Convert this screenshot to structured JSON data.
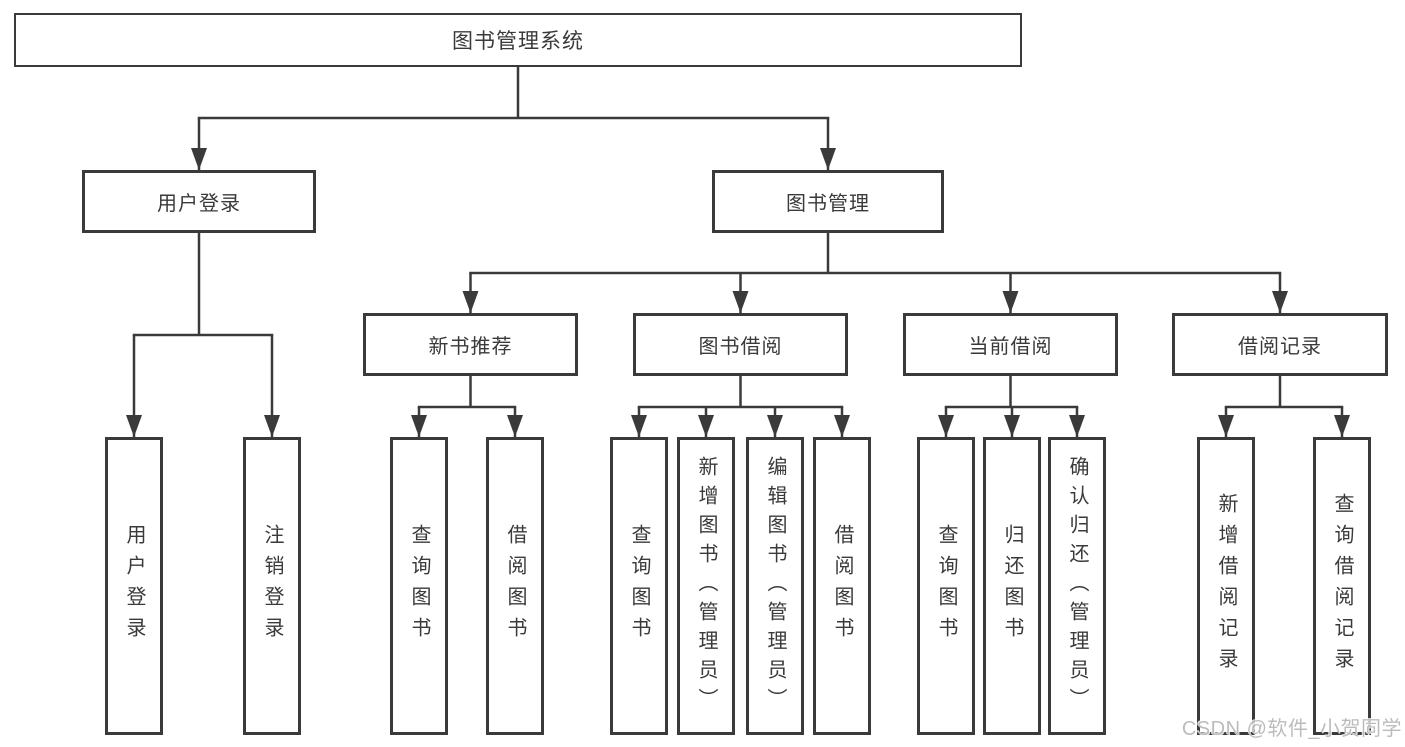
{
  "diagram_title": "图书管理系统",
  "tree": {
    "label": "图书管理系统",
    "children": [
      {
        "label": "用户登录",
        "children": [
          {
            "label": "用户登录"
          },
          {
            "label": "注销登录"
          }
        ]
      },
      {
        "label": "图书管理",
        "children": [
          {
            "label": "新书推荐",
            "children": [
              {
                "label": "查询图书"
              },
              {
                "label": "借阅图书"
              }
            ]
          },
          {
            "label": "图书借阅",
            "children": [
              {
                "label": "查询图书"
              },
              {
                "label": "新增图书（管理员）"
              },
              {
                "label": "编辑图书（管理员）"
              },
              {
                "label": "借阅图书"
              }
            ]
          },
          {
            "label": "当前借阅",
            "children": [
              {
                "label": "查询图书"
              },
              {
                "label": "归还图书"
              },
              {
                "label": "确认归还（管理员）"
              }
            ]
          },
          {
            "label": "借阅记录",
            "children": [
              {
                "label": "新增借阅记录"
              },
              {
                "label": "查询借阅记录"
              }
            ]
          }
        ]
      }
    ]
  },
  "watermark": {
    "text": "CSDN @软件_小贺同学"
  },
  "colors": {
    "line": "#3a3a3a",
    "box_border": "#3a3a3a",
    "text": "#3a3a3a",
    "background": "#ffffff",
    "watermark": "#bcbcbc"
  }
}
